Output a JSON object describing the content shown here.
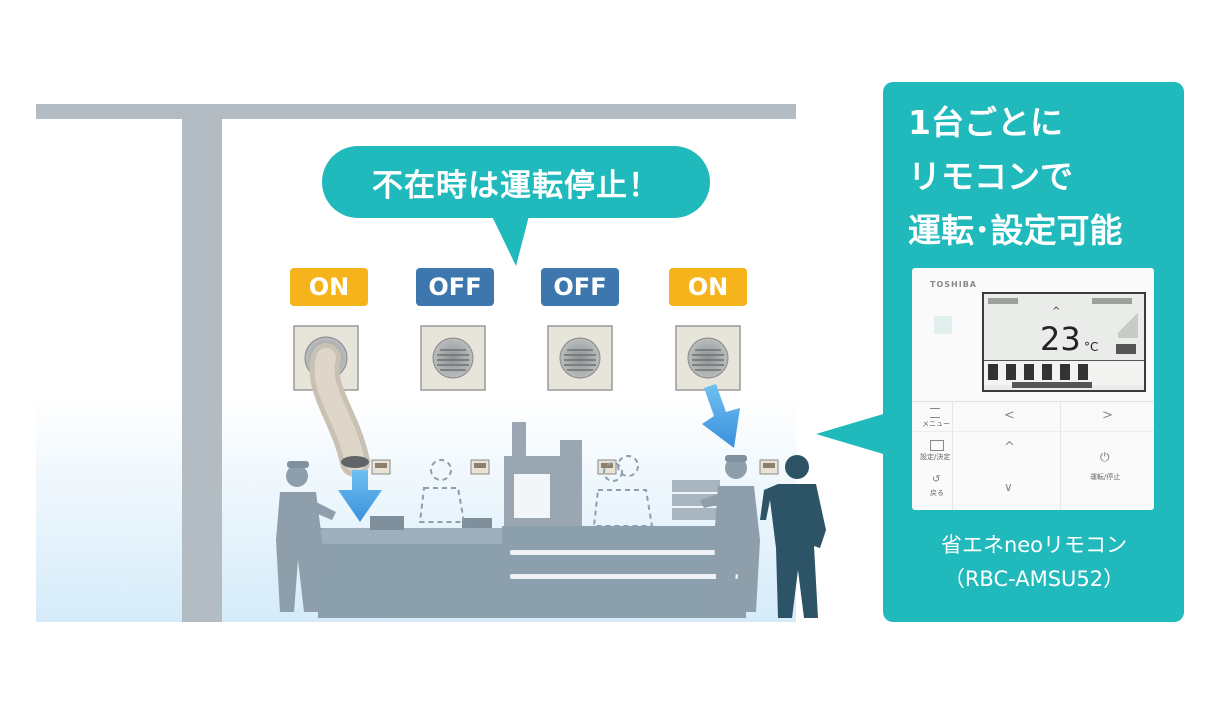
{
  "bubble": {
    "text": "不在時は運転停止！"
  },
  "units": [
    {
      "state": "ON",
      "color": "#f5b31c"
    },
    {
      "state": "OFF",
      "color": "#3d77ad"
    },
    {
      "state": "OFF",
      "color": "#3d77ad"
    },
    {
      "state": "ON",
      "color": "#f5b31c"
    }
  ],
  "panel": {
    "title_lines": [
      "1台ごとに",
      "リモコンで",
      "運転･設定可能"
    ],
    "product_name": "省エネneoリモコン",
    "model": "（RBC-AMSU52）"
  },
  "remote": {
    "brand": "TOSHIBA",
    "temperature": "23",
    "temp_unit": "°C",
    "menu_label": "メニュー",
    "set_label": "設定/決定",
    "back_label": "戻る",
    "power_label": "運転/停止"
  },
  "colors": {
    "panel": "#20b9bc",
    "on": "#f5b31c",
    "off": "#3d77ad",
    "arrow": "#4a9ee0",
    "structure": "#b3bcc3"
  }
}
